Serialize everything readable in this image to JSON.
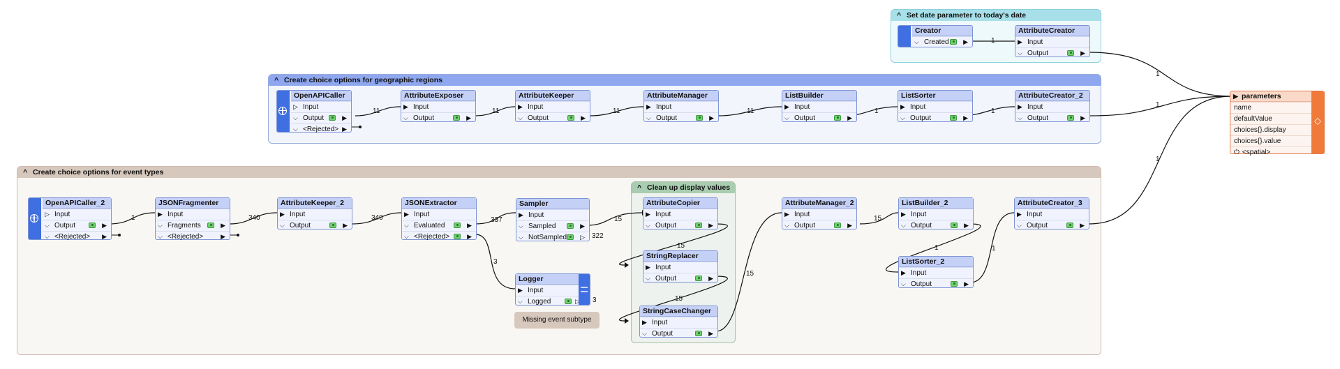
{
  "bookmarks": {
    "date": "Set date parameter to today's date",
    "geo": "Create choice options for geographic regions",
    "events": "Create choice options for event types",
    "cleanup": "Clean up display values"
  },
  "nodes": {
    "creator": {
      "title": "Creator",
      "ports": [
        "Created"
      ]
    },
    "attr_creator": {
      "title": "AttributeCreator",
      "ports": [
        "Input",
        "Output"
      ]
    },
    "openapi": {
      "title": "OpenAPICaller",
      "ports": [
        "Input",
        "Output",
        "<Rejected>"
      ]
    },
    "attr_exposer": {
      "title": "AttributeExposer",
      "ports": [
        "Input",
        "Output"
      ]
    },
    "attr_keeper": {
      "title": "AttributeKeeper",
      "ports": [
        "Input",
        "Output"
      ]
    },
    "attr_manager": {
      "title": "AttributeManager",
      "ports": [
        "Input",
        "Output"
      ]
    },
    "list_builder": {
      "title": "ListBuilder",
      "ports": [
        "Input",
        "Output"
      ]
    },
    "list_sorter": {
      "title": "ListSorter",
      "ports": [
        "Input",
        "Output"
      ]
    },
    "attr_creator_2": {
      "title": "AttributeCreator_2",
      "ports": [
        "Input",
        "Output"
      ]
    },
    "parameters": {
      "title": "parameters",
      "ports": [
        "name",
        "defaultValue",
        "choices{}.display",
        "choices{}.value",
        "<spatial>"
      ]
    },
    "openapi_2": {
      "title": "OpenAPICaller_2",
      "ports": [
        "Input",
        "Output",
        "<Rejected>"
      ]
    },
    "json_frag": {
      "title": "JSONFragmenter",
      "ports": [
        "Input",
        "Fragments",
        "<Rejected>"
      ]
    },
    "attr_keeper_2": {
      "title": "AttributeKeeper_2",
      "ports": [
        "Input",
        "Output"
      ]
    },
    "json_extract": {
      "title": "JSONExtractor",
      "ports": [
        "Input",
        "Evaluated",
        "<Rejected>"
      ]
    },
    "sampler": {
      "title": "Sampler",
      "ports": [
        "Input",
        "Sampled",
        "NotSampled"
      ]
    },
    "logger": {
      "title": "Logger",
      "ports": [
        "Input",
        "Logged"
      ]
    },
    "attr_copier": {
      "title": "AttributeCopier",
      "ports": [
        "Input",
        "Output"
      ]
    },
    "string_replacer": {
      "title": "StringReplacer",
      "ports": [
        "Input",
        "Output"
      ]
    },
    "string_case": {
      "title": "StringCaseChanger",
      "ports": [
        "Input",
        "Output"
      ]
    },
    "attr_manager_2": {
      "title": "AttributeManager_2",
      "ports": [
        "Input",
        "Output"
      ]
    },
    "list_builder_2": {
      "title": "ListBuilder_2",
      "ports": [
        "Input",
        "Output"
      ]
    },
    "list_sorter_2": {
      "title": "ListSorter_2",
      "ports": [
        "Input",
        "Output"
      ]
    },
    "attr_creator_3": {
      "title": "AttributeCreator_3",
      "ports": [
        "Input",
        "Output"
      ]
    }
  },
  "counts": {
    "c1": "1",
    "c_ac_param": "1",
    "c_open_exp": "11",
    "c_exp_keep": "11",
    "c_keep_mgr": "11",
    "c_mgr_lb": "11",
    "c_lb_ls": "1",
    "c_ls_ac2": "1",
    "c_ac2_param": "1",
    "c_o2_jf": "1",
    "c_jf_ak2": "340",
    "c_ak2_je": "340",
    "c_je_samp": "337",
    "c_je_log": "3",
    "c_samp_cop": "15",
    "c_notsampled": "322",
    "c_logged": "3",
    "c_cop_sr": "15",
    "c_sr_sc": "15",
    "c_sc_am2": "15",
    "c_am2_lb2": "15",
    "c_lb2_ls2": "1",
    "c_ls2_ac3": "1",
    "c_ac3_param": "1"
  },
  "annotation": "Missing event subtype",
  "colors": {
    "bookmark_blue": "#8ea7ee",
    "bookmark_tan": "#d7c8bd",
    "bookmark_cyan": "#a8e0ea",
    "bookmark_green": "#a9cdb0",
    "writer_orange": "#f07a3a",
    "transformer_blue": "#c4d0f6"
  }
}
